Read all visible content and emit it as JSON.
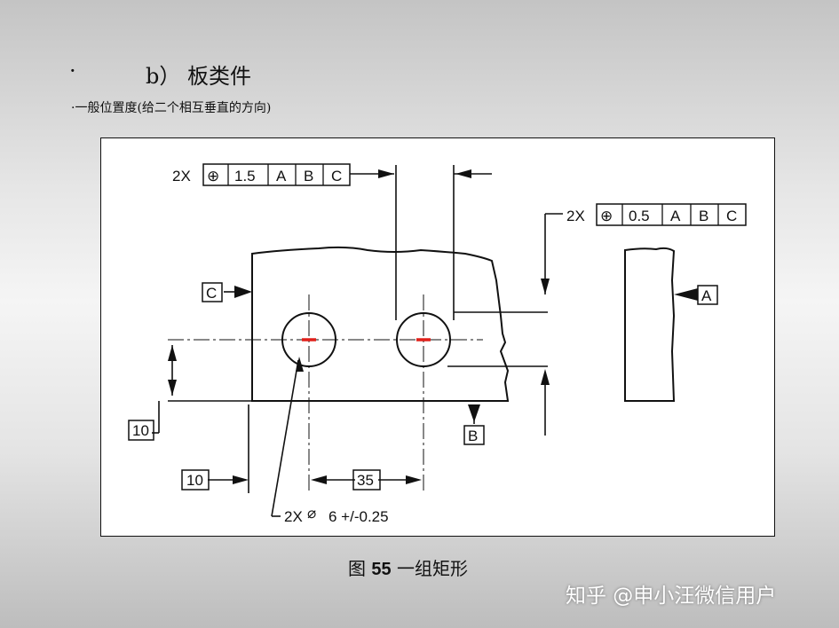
{
  "heading": {
    "bullet": "·",
    "text": "b） 板类件"
  },
  "subheading": "·一般位置度(给二个相互垂直的方向)",
  "drawing": {
    "fcf_top": {
      "prefix": "2X",
      "symbol": "⊕",
      "tolerance": "1.5",
      "datums": [
        "A",
        "B",
        "C"
      ]
    },
    "fcf_right": {
      "prefix": "2X",
      "symbol": "⊕",
      "tolerance": "0.5",
      "datums": [
        "A",
        "B",
        "C"
      ]
    },
    "datum_labels": {
      "c": "C",
      "a": "A",
      "b": "B"
    },
    "dims": {
      "vertical": "10",
      "horizontal": "10",
      "spacing": "35"
    },
    "hole_note": {
      "prefix": "2X",
      "diameter_symbol": "⌀",
      "value": "6 +/-0.25"
    }
  },
  "caption": {
    "label": "图",
    "number": "55",
    "title": "一组矩形"
  },
  "watermark": "知乎 @申小汪微信用户",
  "colors": {
    "center_mark": "#e0201a",
    "line": "#111111"
  }
}
